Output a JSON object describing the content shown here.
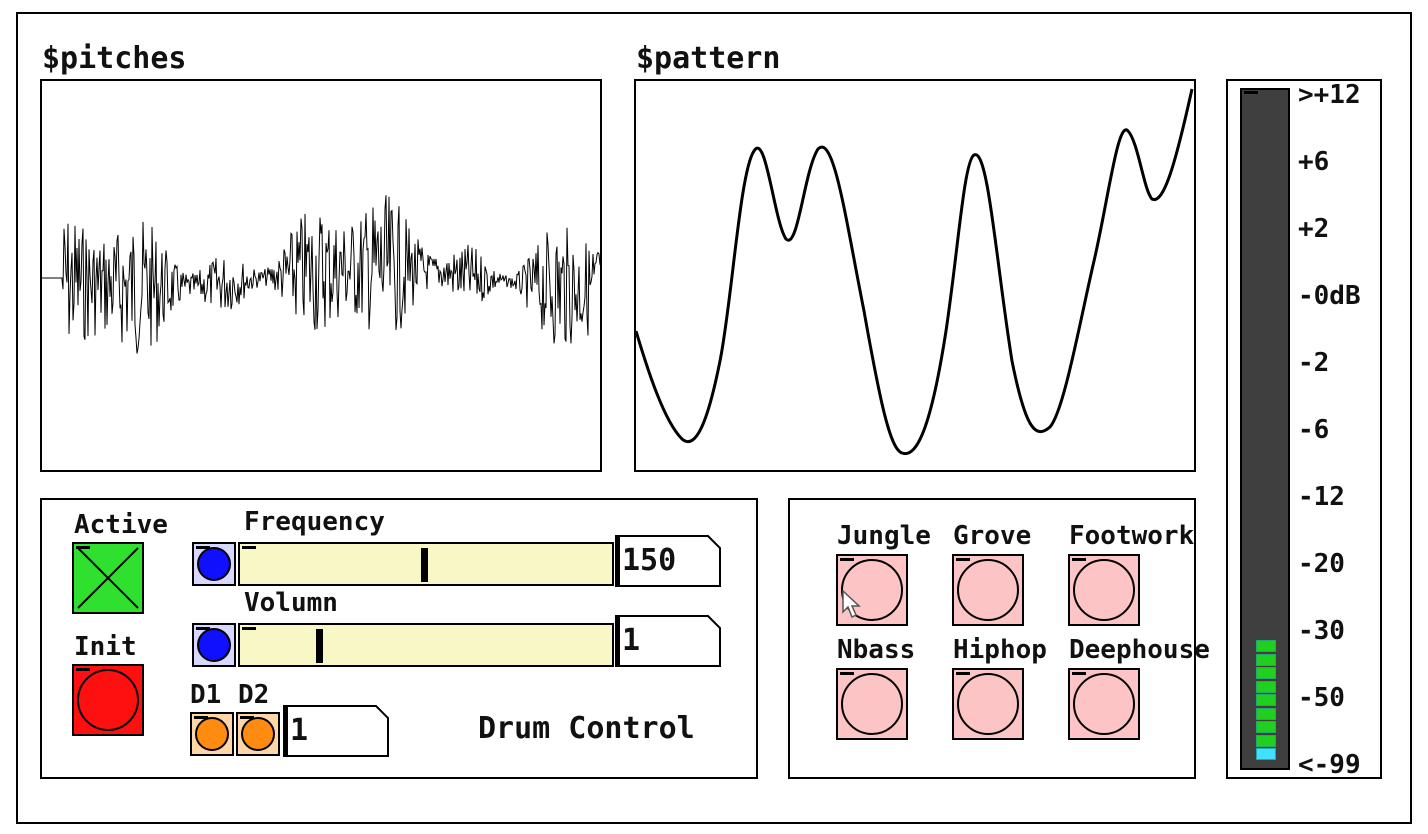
{
  "arrays": {
    "pitches_label": "$pitches",
    "pattern_label": "$pattern"
  },
  "drum_panel": {
    "title": "Drum Control",
    "active_label": "Active",
    "init_label": "Init",
    "frequency": {
      "label": "Frequency",
      "value": "150",
      "slider_fraction": 0.49
    },
    "volume": {
      "label": "Volumn",
      "value": "1",
      "slider_fraction": 0.2
    },
    "d1_label": "D1",
    "d2_label": "D2",
    "d_value": "1"
  },
  "presets": {
    "items": [
      {
        "label": "Jungle"
      },
      {
        "label": "Grove"
      },
      {
        "label": "Footwork"
      },
      {
        "label": "Nbass"
      },
      {
        "label": "Hiphop"
      },
      {
        "label": "Deephouse"
      }
    ]
  },
  "meter": {
    "scale": [
      ">+12",
      "+6",
      "+2",
      "-0dB",
      "-2",
      "-6",
      "-12",
      "-20",
      "-30",
      "-50",
      "<-99"
    ],
    "lit_segments": 9
  },
  "colors": {
    "active_toggle": "#2fe02f",
    "init_bang": "#ff1010",
    "blue_bang": "#1010ff",
    "orange_bang": "#ff8c10",
    "preset_bang": "#fcc4c4",
    "slider_bg": "#f9f7c6",
    "meter_bg": "#3f3f3f",
    "meter_green": "#20d020",
    "meter_cyan": "#40e0ff"
  }
}
